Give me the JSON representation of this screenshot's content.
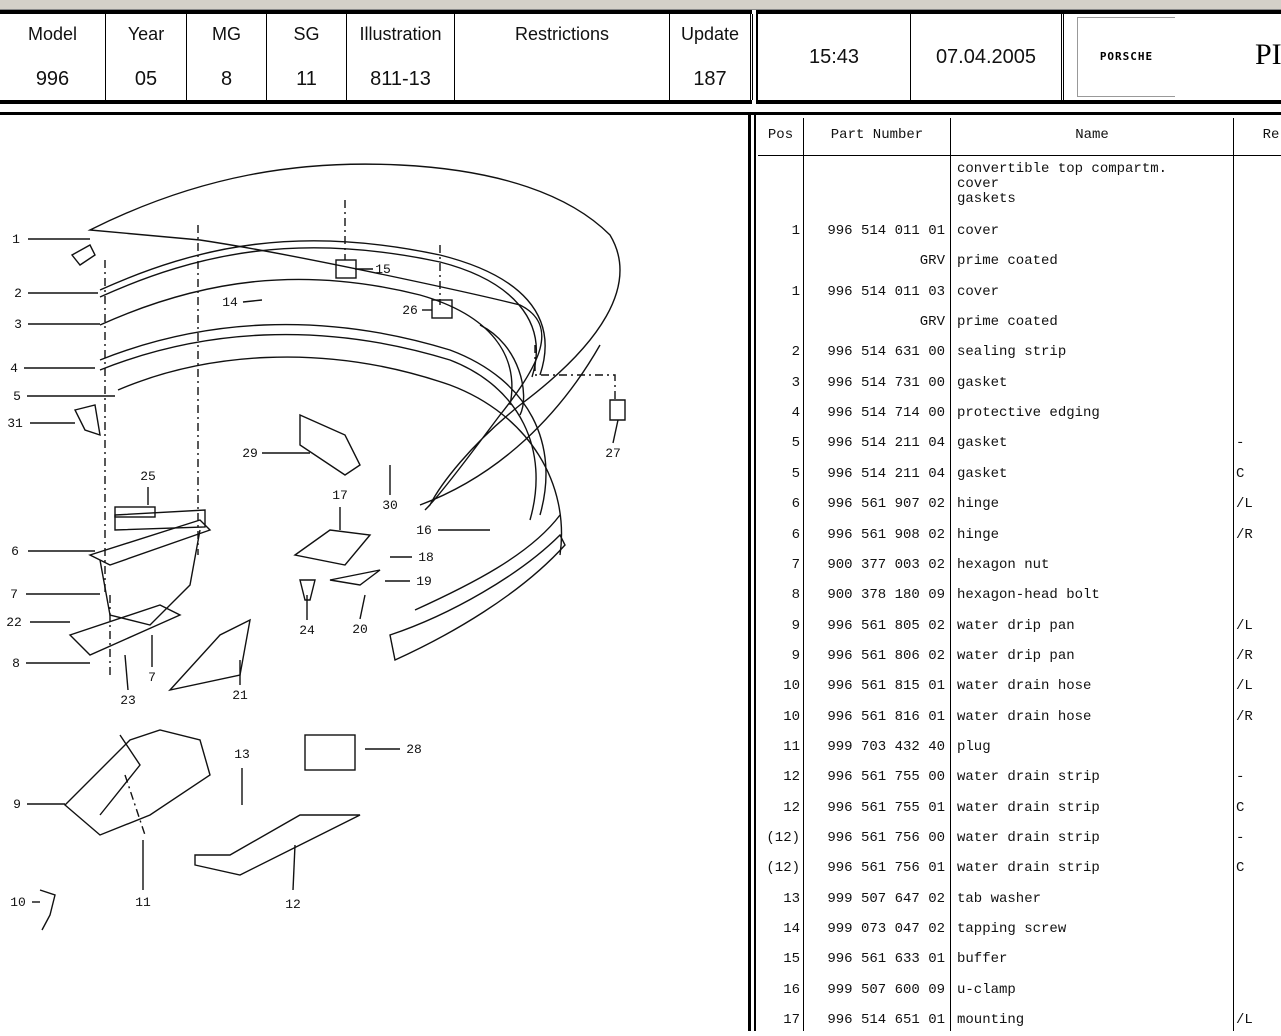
{
  "header": {
    "model": {
      "label": "Model",
      "value": "996"
    },
    "year": {
      "label": "Year",
      "value": "05"
    },
    "mg": {
      "label": "MG",
      "value": "8"
    },
    "sg": {
      "label": "SG",
      "value": "11"
    },
    "illustration": {
      "label": "Illustration",
      "value": "811-13"
    },
    "restrictions": {
      "label": "Restrictions",
      "value": ""
    },
    "update": {
      "label": "Update",
      "value": "187"
    },
    "time": "15:43",
    "date": "07.04.2005",
    "logo": "PORSCHE",
    "truncated_title": "PI"
  },
  "table": {
    "columns": {
      "pos": "Pos",
      "part": "Part Number",
      "name": "Name",
      "re": "Re"
    },
    "group_heading": [
      "convertible top compartm.",
      "cover",
      "gaskets"
    ],
    "rows": [
      {
        "pos": "1",
        "part": "996 514 011 01",
        "name": "cover",
        "re": ""
      },
      {
        "pos": "",
        "part": "GRV",
        "name": "prime coated",
        "re": ""
      },
      {
        "pos": "1",
        "part": "996 514 011 03",
        "name": "cover",
        "re": ""
      },
      {
        "pos": "",
        "part": "GRV",
        "name": "prime coated",
        "re": ""
      },
      {
        "pos": "2",
        "part": "996 514 631 00",
        "name": "sealing strip",
        "re": ""
      },
      {
        "pos": "3",
        "part": "996 514 731 00",
        "name": "gasket",
        "re": ""
      },
      {
        "pos": "4",
        "part": "996 514 714 00",
        "name": "protective edging",
        "re": ""
      },
      {
        "pos": "5",
        "part": "996 514 211 04",
        "name": "gasket",
        "re": "-"
      },
      {
        "pos": "5",
        "part": "996 514 211 04",
        "name": "gasket",
        "re": "C"
      },
      {
        "pos": "6",
        "part": "996 561 907 02",
        "name": "hinge",
        "re": "/L"
      },
      {
        "pos": "6",
        "part": "996 561 908 02",
        "name": "hinge",
        "re": "/R"
      },
      {
        "pos": "7",
        "part": "900 377 003 02",
        "name": "hexagon nut",
        "re": ""
      },
      {
        "pos": "8",
        "part": "900 378 180 09",
        "name": "hexagon-head bolt",
        "re": ""
      },
      {
        "pos": "9",
        "part": "996 561 805 02",
        "name": "water drip pan",
        "re": "/L"
      },
      {
        "pos": "9",
        "part": "996 561 806 02",
        "name": "water drip pan",
        "re": "/R"
      },
      {
        "pos": "10",
        "part": "996 561 815 01",
        "name": "water drain hose",
        "re": "/L"
      },
      {
        "pos": "10",
        "part": "996 561 816 01",
        "name": "water drain hose",
        "re": "/R"
      },
      {
        "pos": "11",
        "part": "999 703 432 40",
        "name": "plug",
        "re": ""
      },
      {
        "pos": "12",
        "part": "996 561 755 00",
        "name": "water drain strip",
        "re": "-"
      },
      {
        "pos": "12",
        "part": "996 561 755 01",
        "name": "water drain strip",
        "re": "C"
      },
      {
        "pos": "(12)",
        "part": "996 561 756 00",
        "name": "water drain strip",
        "re": "-"
      },
      {
        "pos": "(12)",
        "part": "996 561 756 01",
        "name": "water drain strip",
        "re": "C"
      },
      {
        "pos": "13",
        "part": "999 507 647 02",
        "name": "tab washer",
        "re": ""
      },
      {
        "pos": "14",
        "part": "999 073 047 02",
        "name": "tapping screw",
        "re": ""
      },
      {
        "pos": "15",
        "part": "996 561 633 01",
        "name": "buffer",
        "re": ""
      },
      {
        "pos": "16",
        "part": "999 507 600 09",
        "name": "u-clamp",
        "re": ""
      },
      {
        "pos": "17",
        "part": "996 514 651 01",
        "name": "mounting",
        "re": "/L"
      }
    ]
  },
  "diagram": {
    "callouts": [
      "1",
      "2",
      "3",
      "4",
      "5",
      "31",
      "6",
      "7",
      "22",
      "8",
      "9",
      "10",
      "11",
      "12",
      "13",
      "23",
      "7",
      "21",
      "24",
      "20",
      "19",
      "18",
      "17",
      "16",
      "30",
      "29",
      "25",
      "14",
      "15",
      "26",
      "27",
      "28"
    ]
  }
}
